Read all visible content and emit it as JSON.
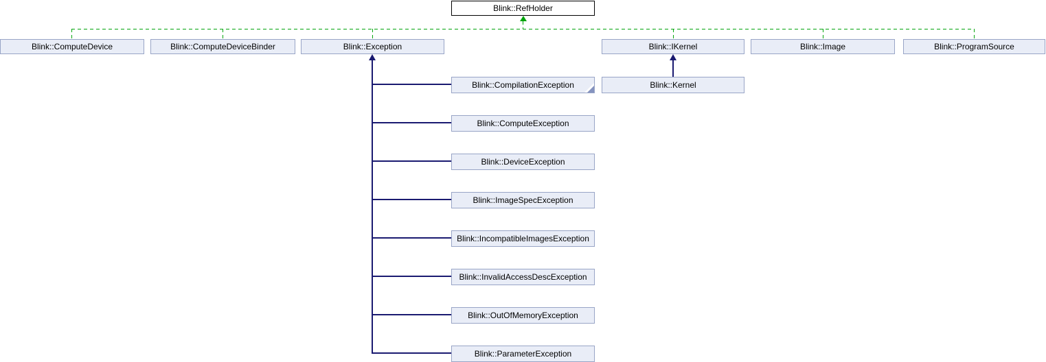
{
  "diagram": {
    "type": "class-inheritance-graph",
    "colors": {
      "node_fill": "#E9EDF7",
      "node_border": "#98A4C6",
      "root_node_fill": "#FFFFFF",
      "root_node_border": "#000000",
      "inheritance_line": "#191970",
      "dashed_relation_line": "#00A40B",
      "fold_corner": "#8593BF"
    },
    "nodes": {
      "root": {
        "label": "Blink::RefHolder"
      },
      "level1": [
        {
          "label": "Blink::ComputeDevice"
        },
        {
          "label": "Blink::ComputeDeviceBinder"
        },
        {
          "label": "Blink::Exception"
        },
        {
          "label": "Blink::IKernel"
        },
        {
          "label": "Blink::Image"
        },
        {
          "label": "Blink::ProgramSource"
        }
      ],
      "exception_subclasses": [
        {
          "label": "Blink::CompilationException",
          "truncated": true
        },
        {
          "label": "Blink::ComputeException"
        },
        {
          "label": "Blink::DeviceException"
        },
        {
          "label": "Blink::ImageSpecException"
        },
        {
          "label": "Blink::IncompatibleImagesException"
        },
        {
          "label": "Blink::InvalidAccessDescException"
        },
        {
          "label": "Blink::OutOfMemoryException"
        },
        {
          "label": "Blink::ParameterException"
        }
      ],
      "ikernel_subclasses": [
        {
          "label": "Blink::Kernel"
        }
      ]
    }
  }
}
